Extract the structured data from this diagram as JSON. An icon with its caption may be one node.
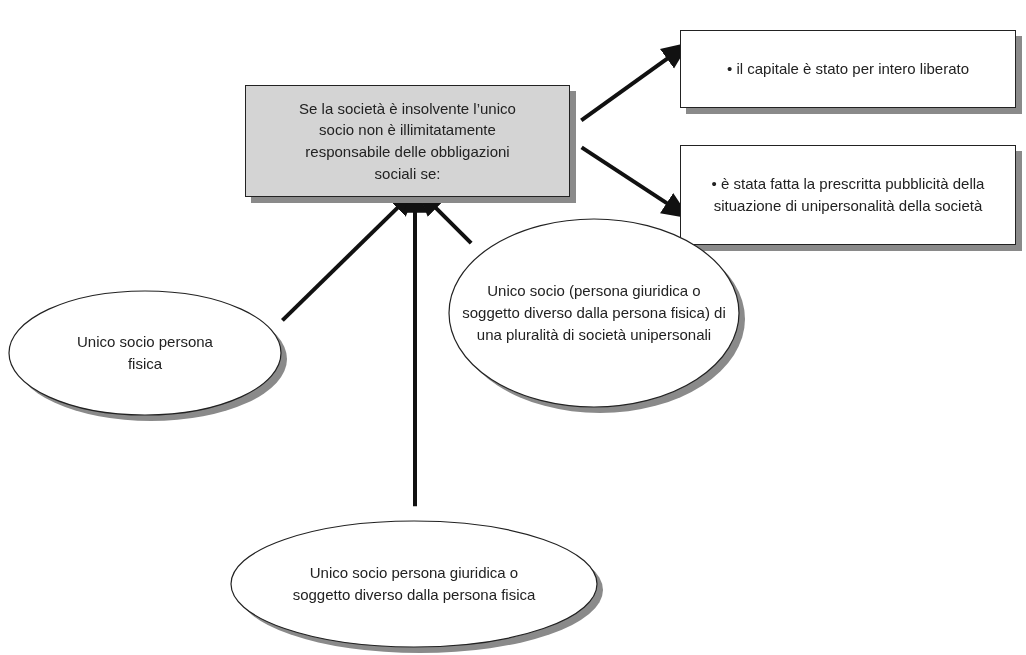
{
  "diagram": {
    "nodes": [
      {
        "text": [
          "Se la società è insolvente l’unico socio non è illimitatamente responsabile delle obbligazioni sociali se:"
        ]
      },
      {
        "text": [
          "• il capitale è stato per intero liberato"
        ]
      },
      {
        "text": [
          "• è stata fatta la prescritta pubblicità della situazione di unipersonalità della società"
        ]
      },
      {
        "text": [
          "Unico socio persona fisica"
        ]
      },
      {
        "text": [
          "Unico socio (persona giuridica o soggetto diverso dalla persona fisica) di una pluralità di società unipersonali"
        ]
      },
      {
        "text": [
          "Unico socio persona giuridica o soggetto diverso dalla persona fisica"
        ]
      }
    ],
    "edges": [
      {
        "from": 3,
        "to": 0,
        "arrow": "to"
      },
      {
        "from": 5,
        "to": 0,
        "arrow": "to"
      },
      {
        "from": 4,
        "to": 0,
        "arrow": "to"
      },
      {
        "from": 0,
        "to": 1,
        "arrow": "to"
      },
      {
        "from": 0,
        "to": 2,
        "arrow": "to"
      }
    ]
  }
}
